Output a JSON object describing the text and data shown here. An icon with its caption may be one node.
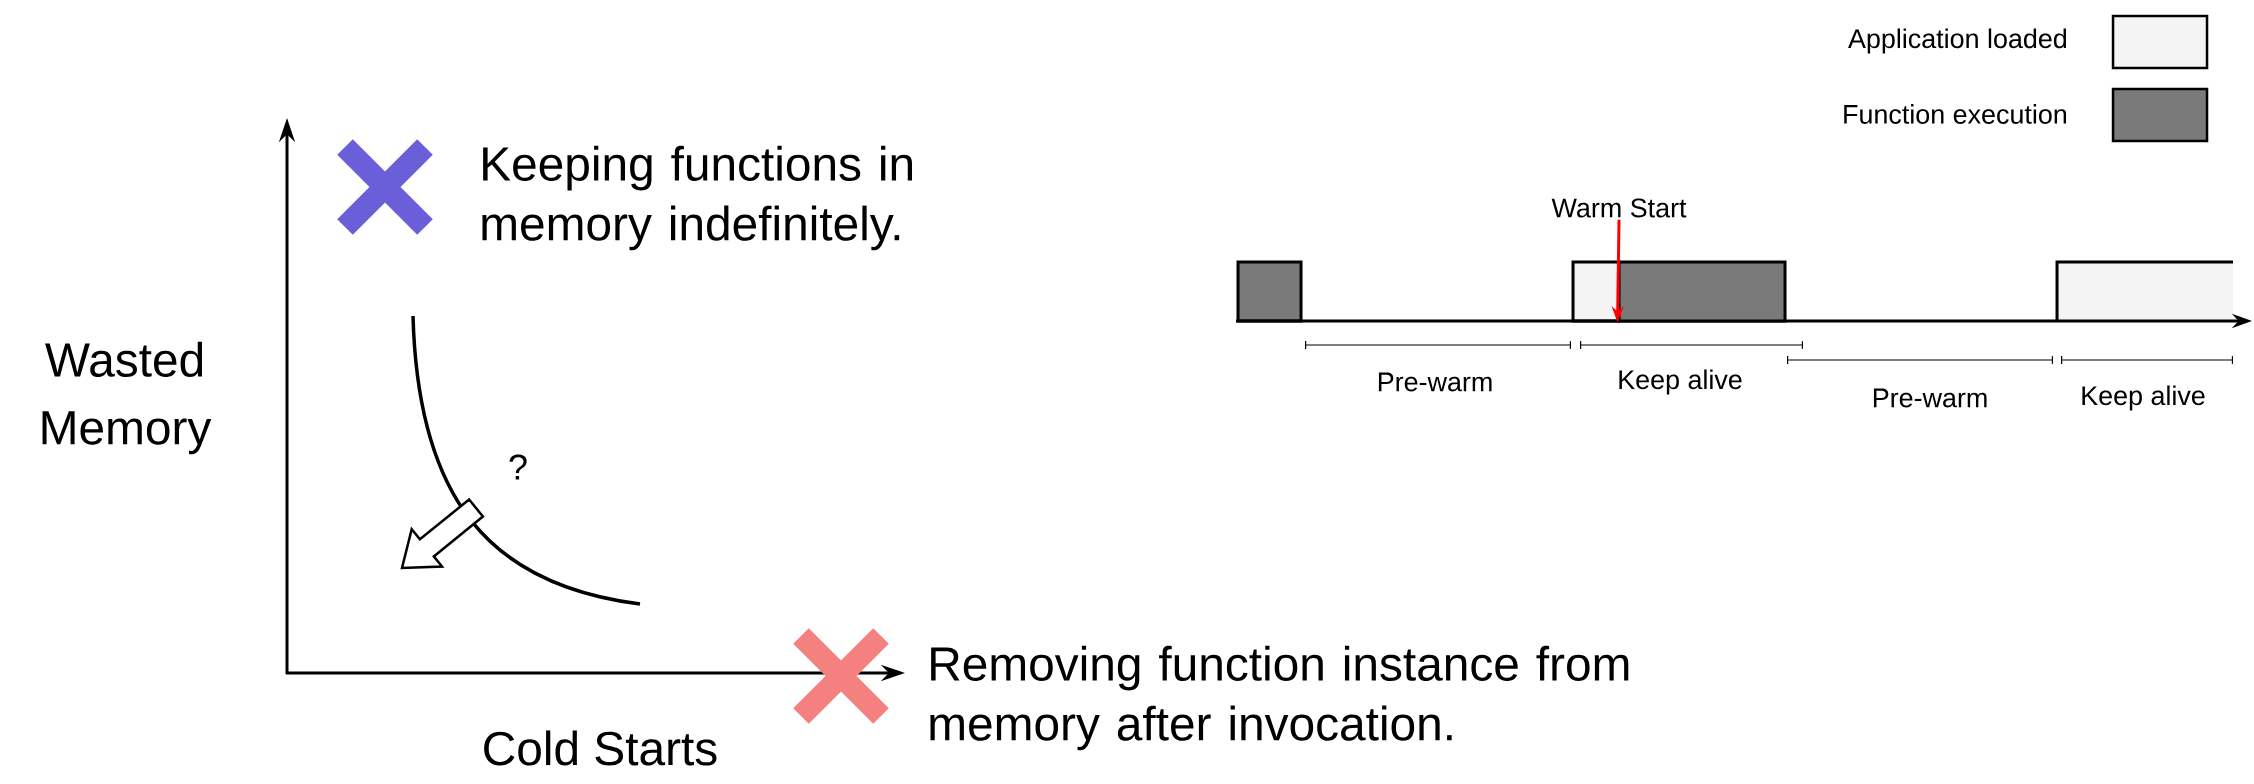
{
  "diagram": {
    "nodes": [
      {
        "text": [
          "Warm Start"
        ]
      },
      {
        "text": [],
        "shape": "box"
      }
    ],
    "edges": [
      {
        "from": 0,
        "to": 1,
        "arrow": "to",
        "color": "#ff0000"
      }
    ],
    "labels": [
      "Keeping functions in memory indefinitely.",
      "Wasted Memory",
      "?",
      "Removing function instance from memory after invocation.",
      "Cold Starts",
      "Pre-warm",
      "Keep alive",
      "Pre-warm",
      "Keep alive"
    ],
    "legend": [
      {
        "text": "Application loaded",
        "color": "#f4f4f4"
      },
      {
        "text": "Function execution",
        "color": "#7a7a7a"
      }
    ]
  }
}
